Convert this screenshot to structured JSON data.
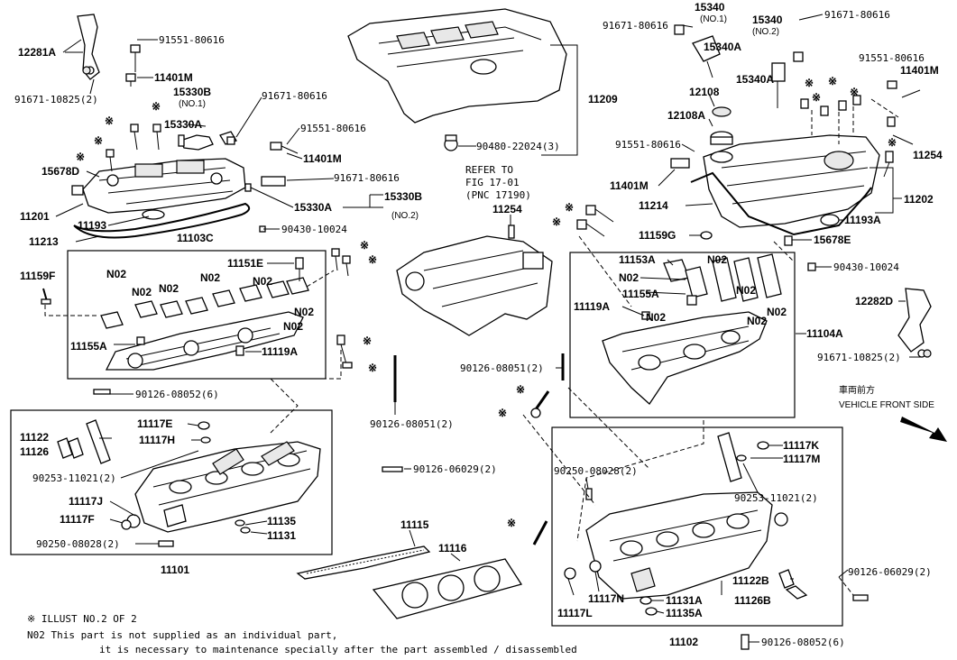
{
  "parts": {
    "p12281A": "12281A",
    "p91551_80616_a": "91551-80616",
    "p11401M_a": "11401M",
    "p91671_10825_a": "91671-10825(2)",
    "p15330B_a": "15330B",
    "p15330B_a_sub": "(NO.1)",
    "p15330A_a": "15330A",
    "p91671_80616_a": "91671-80616",
    "p91551_80616_b": "91551-80616",
    "p11401M_b": "11401M",
    "p91671_80616_b": "91671-80616",
    "p15330A_b": "15330A",
    "p15330B_b": "15330B",
    "p15330B_b_sub": "(NO.2)",
    "p15678D": "15678D",
    "p11201": "11201",
    "p11193_a": "11193",
    "p11213": "11213",
    "p90430_10024_a": "90430-10024",
    "p11103C": "11103C",
    "p11159F": "11159F",
    "p11151E": "11151E",
    "p11155A_a": "11155A",
    "p11119A_a": "11119A",
    "p90126_08052_a": "90126-08052(6)",
    "p11122": "11122",
    "p11126": "11126",
    "p11117E": "11117E",
    "p11117H": "11117H",
    "p90253_11021_a": "90253-11021(2)",
    "p11117J": "11117J",
    "p11117F": "11117F",
    "p90250_08028_a": "90250-08028(2)",
    "p11135_a": "11135",
    "p11131_a": "11131",
    "p11101": "11101",
    "p90126_06029_a": "90126-06029(2)",
    "p90126_08051_a": "90126-08051(2)",
    "p11209": "11209",
    "p90480_22024": "90480-22024(3)",
    "p11254_a": "11254",
    "p11115": "11115",
    "p11116": "11116",
    "p91671_80616_c": "91671-80616",
    "p15340_1": "15340",
    "p15340_1_sub": "(NO.1)",
    "p15340A_1": "15340A",
    "p15340_2": "15340",
    "p15340_2_sub": "(NO.2)",
    "p15340A_2": "15340A",
    "p91671_80616_d": "91671-80616",
    "p91551_80616_c": "91551-80616",
    "p11401M_c": "11401M",
    "p12108": "12108",
    "p12108A": "12108A",
    "p91551_80616_d": "91551-80616",
    "p11401M_d": "11401M",
    "p11254_b": "11254",
    "p11202": "11202",
    "p11214": "11214",
    "p11193A": "11193A",
    "p11159G": "11159G",
    "p15678E": "15678E",
    "p11153A": "11153A",
    "p90430_10024_b": "90430-10024",
    "p11155A_b": "11155A",
    "p11119A_b": "11119A",
    "p12282D": "12282D",
    "p11104A": "11104A",
    "p91671_10825_b": "91671-10825(2)",
    "p90126_08051_b": "90126-08051(2)",
    "p11117K": "11117K",
    "p11117M": "11117M",
    "p90250_08028_b": "90250-08028(2)",
    "p90253_11021_b": "90253-11021(2)",
    "p90126_06029_b": "90126-06029(2)",
    "p11122B": "11122B",
    "p11126B": "11126B",
    "p11117N": "11117N",
    "p11117L": "11117L",
    "p11131A": "11131A",
    "p11135A": "11135A",
    "p11102": "11102",
    "p90126_08052_b": "90126-08052(6)"
  },
  "n02": "N02",
  "refer": {
    "line1": "REFER TO",
    "line2": "FIG 17-01",
    "line3": "(PNC 17190)"
  },
  "vehicle_front": {
    "jp": "車両前方",
    "en": "VEHICLE FRONT SIDE"
  },
  "notes": {
    "illust": "※ ILLUST NO.2 OF 2",
    "n02_line1": "N02 This part is not supplied as an individual part,",
    "n02_line2": "it is necessary to maintenance specially after the part assembled / disassembled"
  },
  "mark": "※"
}
